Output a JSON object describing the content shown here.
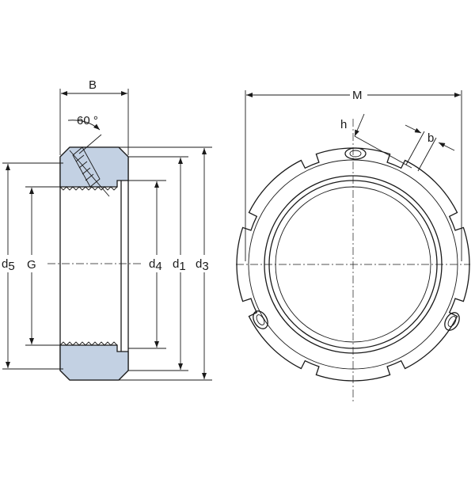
{
  "labels": {
    "B": "B",
    "angle": "60 °",
    "d5": "d",
    "d5_sub": "5",
    "G": "G",
    "d4": "d",
    "d4_sub": "4",
    "d1": "d",
    "d1_sub": "1",
    "d3": "d",
    "d3_sub": "3",
    "M": "M",
    "h": "h",
    "b": "b"
  },
  "colors": {
    "section_fill": "#c3d1e3",
    "line": "#1a1a1a",
    "background": "#ffffff"
  }
}
